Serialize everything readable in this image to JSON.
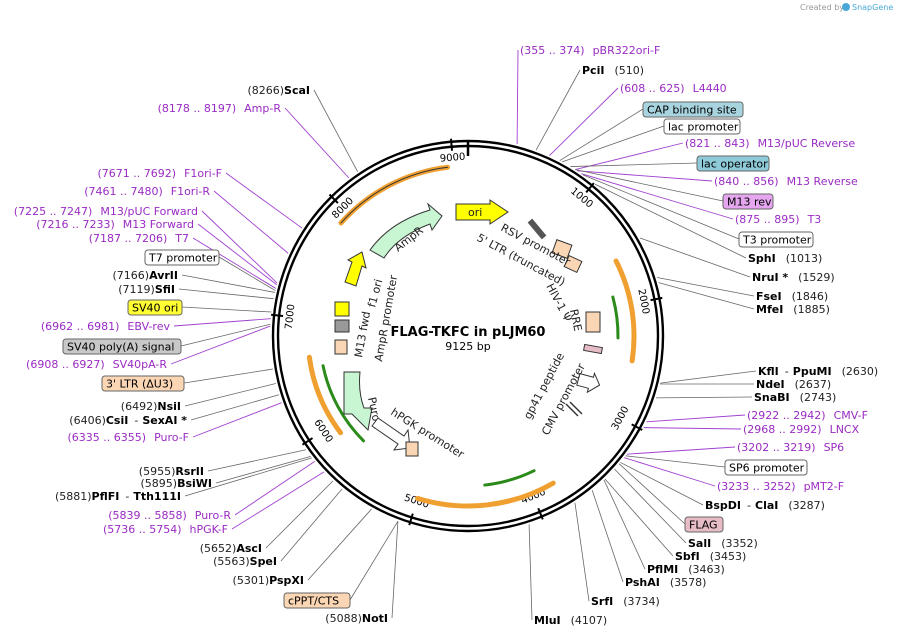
{
  "credit": {
    "text": "Created by",
    "brand": "SnapGene"
  },
  "plasmid": {
    "name": "FLAG-TKFC in pLJM60",
    "size_label": "9125 bp",
    "length": 9125
  },
  "tick_labels": [
    "1000",
    "2000",
    "3000",
    "4000",
    "5000",
    "6000",
    "7000",
    "8000",
    "9000"
  ],
  "primers": [
    {
      "pos": "(355 .. 374)",
      "name": "pBR322ori-F"
    },
    {
      "pos": "(608 .. 625)",
      "name": "L4440"
    },
    {
      "pos": "(821 .. 843)",
      "name": "M13/pUC Reverse"
    },
    {
      "pos": "(840 .. 856)",
      "name": "M13 Reverse"
    },
    {
      "pos": "(875 .. 895)",
      "name": "T3"
    },
    {
      "pos": "(2922 .. 2942)",
      "name": "CMV-F"
    },
    {
      "pos": "(2968 .. 2992)",
      "name": "LNCX"
    },
    {
      "pos": "(3202 .. 3219)",
      "name": "SP6"
    },
    {
      "pos": "(3233 .. 3252)",
      "name": "pMT2-F"
    },
    {
      "pos": "(8178 .. 8197)",
      "name": "Amp-R"
    },
    {
      "pos": "(7671 .. 7692)",
      "name": "F1ori-F"
    },
    {
      "pos": "(7461 .. 7480)",
      "name": "F1ori-R"
    },
    {
      "pos": "(7225 .. 7247)",
      "name": "M13/pUC Forward"
    },
    {
      "pos": "(7216 .. 7233)",
      "name": "M13 Forward"
    },
    {
      "pos": "(7187 .. 7206)",
      "name": "T7"
    },
    {
      "pos": "(6962 .. 6981)",
      "name": "EBV-rev"
    },
    {
      "pos": "(6908 .. 6927)",
      "name": "SV40pA-R"
    },
    {
      "pos": "(6335 .. 6355)",
      "name": "Puro-F"
    },
    {
      "pos": "(5839 .. 5858)",
      "name": "Puro-R"
    },
    {
      "pos": "(5736 .. 5754)",
      "name": "hPGK-F"
    }
  ],
  "enzymes": [
    {
      "name": "PciI",
      "pos": "(510)"
    },
    {
      "name": "SphI",
      "pos": "(1013)"
    },
    {
      "name": "NruI *",
      "pos": "(1529)"
    },
    {
      "name": "FseI",
      "pos": "(1846)"
    },
    {
      "name": "MfeI",
      "pos": "(1885)"
    },
    {
      "name": "KflI",
      "sep": "-",
      "name2": "PpuMI",
      "pos": "(2630)"
    },
    {
      "name": "NdeI",
      "pos": "(2637)"
    },
    {
      "name": "SnaBI",
      "pos": "(2743)"
    },
    {
      "name": "BspDI",
      "sep": "-",
      "name2": "ClaI",
      "pos": "(3287)"
    },
    {
      "name": "SalI",
      "pos": "(3352)"
    },
    {
      "name": "SbfI",
      "pos": "(3453)"
    },
    {
      "name": "PflMI",
      "pos": "(3463)"
    },
    {
      "name": "PshAI",
      "pos": "(3578)"
    },
    {
      "name": "SrfI",
      "pos": "(3734)"
    },
    {
      "name": "MluI",
      "pos": "(4107)"
    },
    {
      "name": "NotI",
      "pos": "(5088)"
    },
    {
      "name": "PspXI",
      "pos": "(5301)"
    },
    {
      "name": "SpeI",
      "pos": "(5563)"
    },
    {
      "name": "AscI",
      "pos": "(5652)"
    },
    {
      "name": "PflFI",
      "sep": "-",
      "name2": "Tth111I",
      "pos": "(5881)"
    },
    {
      "name": "BsiWI",
      "pos": "(5895)"
    },
    {
      "name": "RsrII",
      "pos": "(5955)"
    },
    {
      "name": "CsiI",
      "sep": "-",
      "name2": "SexAI *",
      "pos": "(6406)"
    },
    {
      "name": "NsiI",
      "pos": "(6492)"
    },
    {
      "name": "SfiI",
      "pos": "(7119)"
    },
    {
      "name": "AvrII",
      "pos": "(7166)"
    },
    {
      "name": "ScaI",
      "pos": "(8266)"
    }
  ],
  "boxed_features": [
    {
      "label": "CAP binding site",
      "color": "#a8d4e0"
    },
    {
      "label": "lac promoter",
      "color": "#ffffff"
    },
    {
      "label": "lac operator",
      "color": "#8ecad8"
    },
    {
      "label": "M13 rev",
      "color": "#e5a6ef"
    },
    {
      "label": "T3 promoter",
      "color": "#ffffff"
    },
    {
      "label": "SP6 promoter",
      "color": "#ffffff"
    },
    {
      "label": "FLAG",
      "color": "#e6bcc6"
    },
    {
      "label": "cPPT/CTS",
      "color": "#fad6b4"
    },
    {
      "label": "3' LTR (ΔU3)",
      "color": "#fad6b4"
    },
    {
      "label": "SV40 poly(A) signal",
      "color": "#c8c8c8"
    },
    {
      "label": "SV40 ori",
      "color": "#ffff33"
    },
    {
      "label": "T7 promoter",
      "color": "#ffffff"
    }
  ],
  "inner_features": [
    {
      "label": "ori"
    },
    {
      "label": "RSV promoter"
    },
    {
      "label": "5' LTR (truncated)"
    },
    {
      "label": "HIV-1 Ψ"
    },
    {
      "label": "RRE"
    },
    {
      "label": "gp41 peptide"
    },
    {
      "label": "CMV promoter"
    },
    {
      "label": "hPGK promoter"
    },
    {
      "label": "PuroR"
    },
    {
      "label": "AmpR promoter"
    },
    {
      "label": "M13 fwd"
    },
    {
      "label": "f1 ori"
    },
    {
      "label": "AmpR"
    }
  ],
  "colors": {
    "primer": "#9a2bc3",
    "orf_orange": "#f0a030",
    "orf_green": "#2a8a1a",
    "ampr_fill": "#c8f5d2",
    "ori_fill": "#ffff00"
  }
}
